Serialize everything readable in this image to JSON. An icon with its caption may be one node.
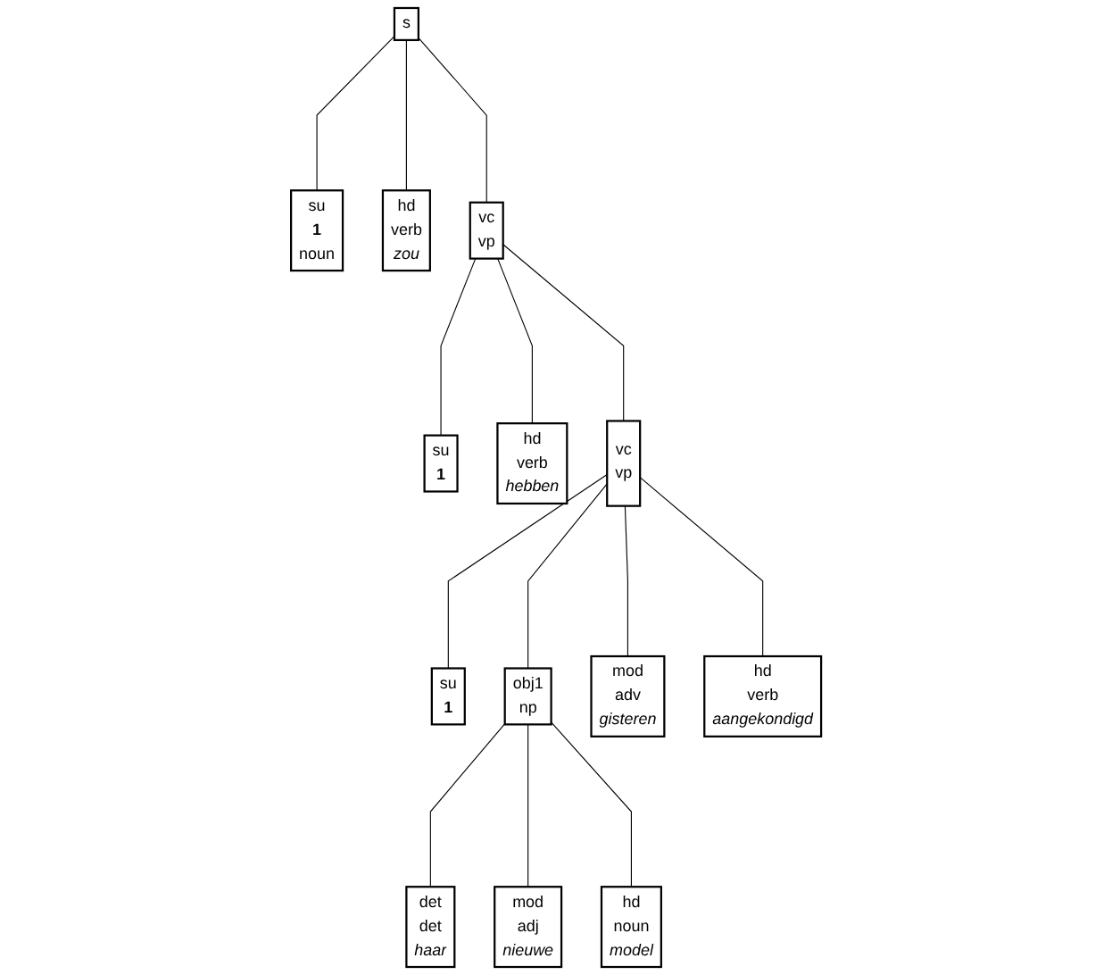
{
  "diagram": {
    "nodes": [
      {
        "text": [
          "s"
        ]
      },
      {
        "text": [
          "su",
          "1",
          "noun"
        ]
      },
      {
        "text": [
          "hd",
          "verb",
          "zou"
        ]
      },
      {
        "text": [
          "vc",
          "vp"
        ]
      },
      {
        "text": [
          "su",
          "1"
        ]
      },
      {
        "text": [
          "hd",
          "verb",
          "hebben"
        ]
      },
      {
        "text": [
          "vc",
          "vp"
        ]
      },
      {
        "text": [
          "su",
          "1"
        ]
      },
      {
        "text": [
          "obj1",
          "np"
        ]
      },
      {
        "text": [
          "mod",
          "adv",
          "gisteren"
        ]
      },
      {
        "text": [
          "hd",
          "verb",
          "aangekondigd"
        ]
      },
      {
        "text": [
          "det",
          "det",
          "haar"
        ]
      },
      {
        "text": [
          "mod",
          "adj",
          "nieuwe"
        ]
      },
      {
        "text": [
          "hd",
          "noun",
          "model"
        ]
      }
    ],
    "edges": [
      {
        "from": 0,
        "to": 1,
        "arrow": "none"
      },
      {
        "from": 0,
        "to": 2,
        "arrow": "none"
      },
      {
        "from": 0,
        "to": 3,
        "arrow": "none"
      },
      {
        "from": 3,
        "to": 4,
        "arrow": "none"
      },
      {
        "from": 3,
        "to": 5,
        "arrow": "none"
      },
      {
        "from": 3,
        "to": 6,
        "arrow": "none"
      },
      {
        "from": 6,
        "to": 7,
        "arrow": "none"
      },
      {
        "from": 6,
        "to": 8,
        "arrow": "none"
      },
      {
        "from": 6,
        "to": 9,
        "arrow": "none"
      },
      {
        "from": 6,
        "to": 10,
        "arrow": "none"
      },
      {
        "from": 8,
        "to": 11,
        "arrow": "none"
      },
      {
        "from": 8,
        "to": 12,
        "arrow": "none"
      },
      {
        "from": 8,
        "to": 13,
        "arrow": "none"
      }
    ]
  }
}
